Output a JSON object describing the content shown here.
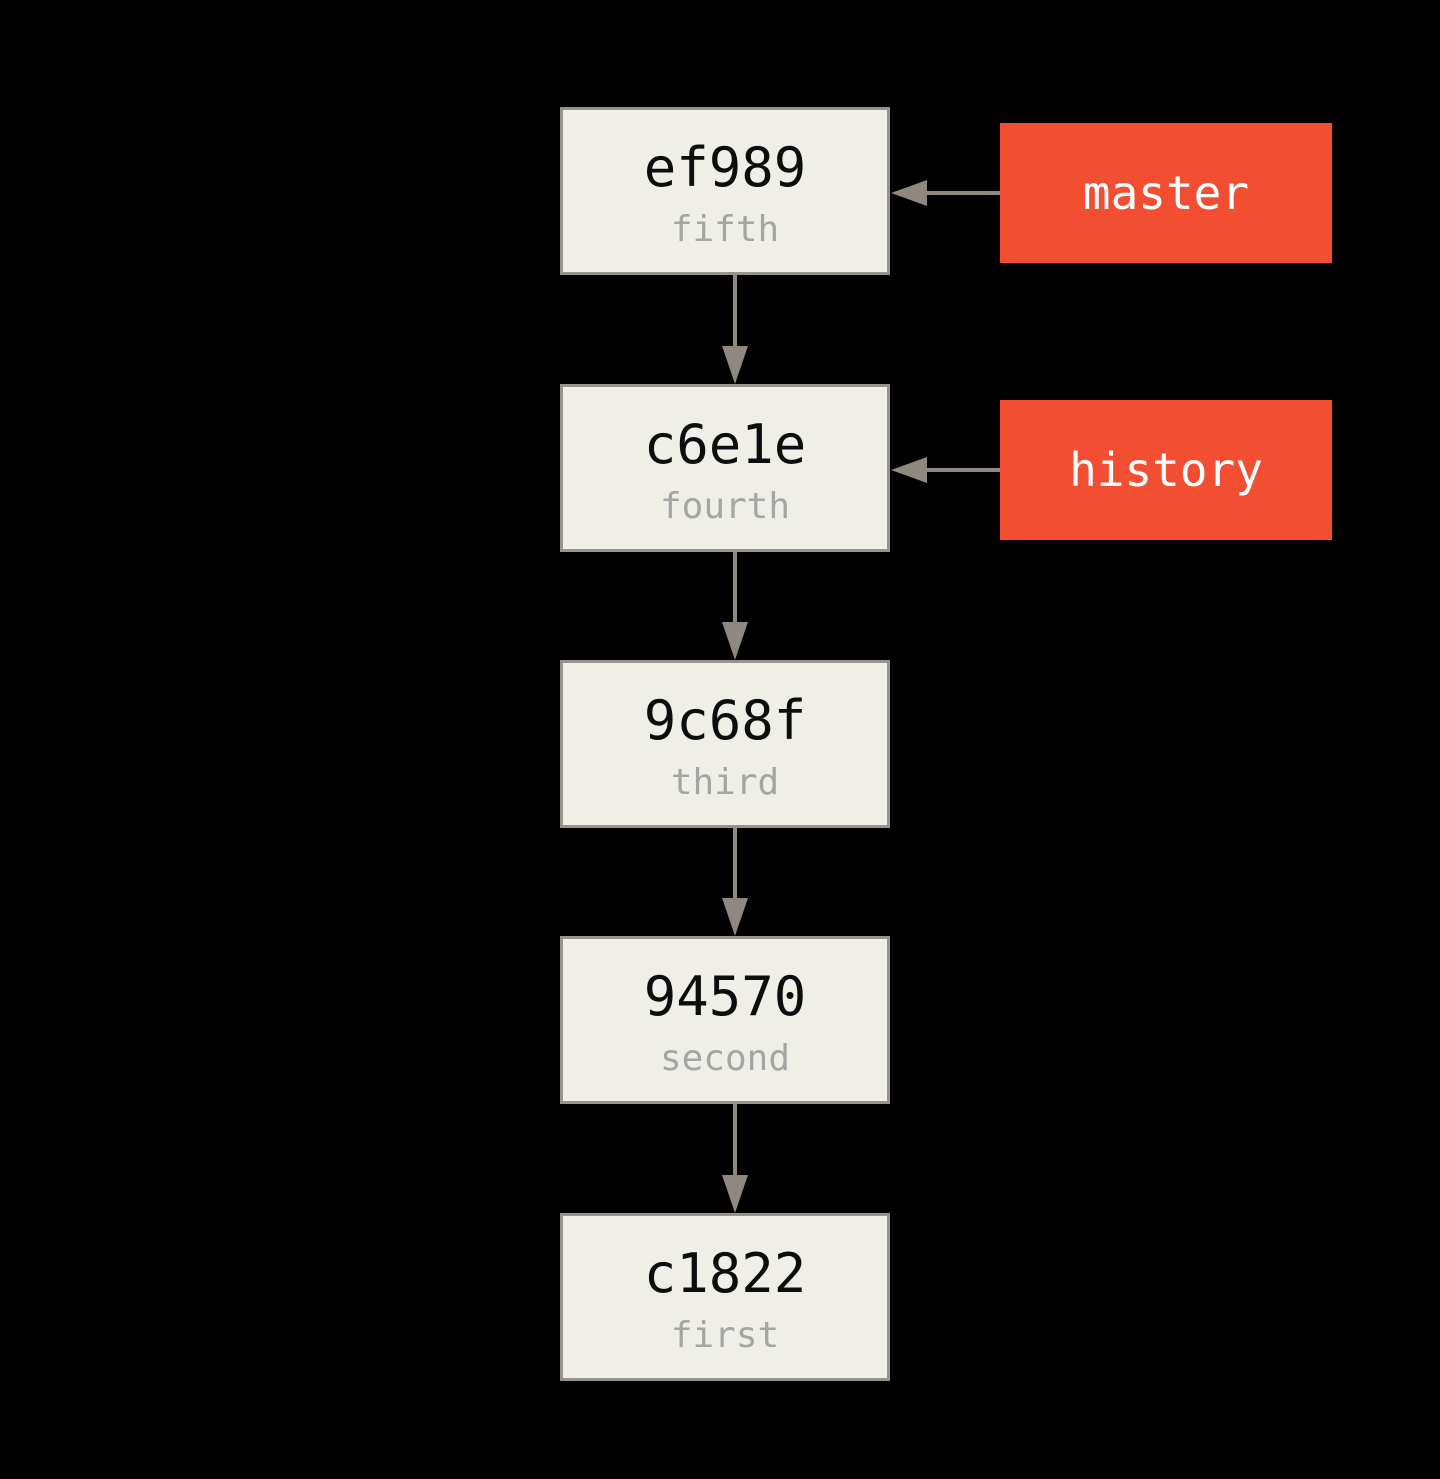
{
  "colors": {
    "background": "#000000",
    "box_fill": "#f0efe7",
    "box_border": "#98948d",
    "hash_text": "#0d0d0d",
    "message_text": "#a5a5a5",
    "branch_fill": "#f14e32",
    "branch_text": "#ffffff",
    "arrow": "#8e887e"
  },
  "commits": [
    {
      "hash": "ef989",
      "message": "fifth"
    },
    {
      "hash": "c6e1e",
      "message": "fourth"
    },
    {
      "hash": "9c68f",
      "message": "third"
    },
    {
      "hash": "94570",
      "message": "second"
    },
    {
      "hash": "c1822",
      "message": "first"
    }
  ],
  "branches": [
    {
      "name": "master",
      "points_to": "ef989"
    },
    {
      "name": "history",
      "points_to": "c6e1e"
    }
  ],
  "edges": [
    {
      "from": "ef989",
      "to": "c6e1e"
    },
    {
      "from": "c6e1e",
      "to": "9c68f"
    },
    {
      "from": "9c68f",
      "to": "94570"
    },
    {
      "from": "94570",
      "to": "c1822"
    }
  ]
}
